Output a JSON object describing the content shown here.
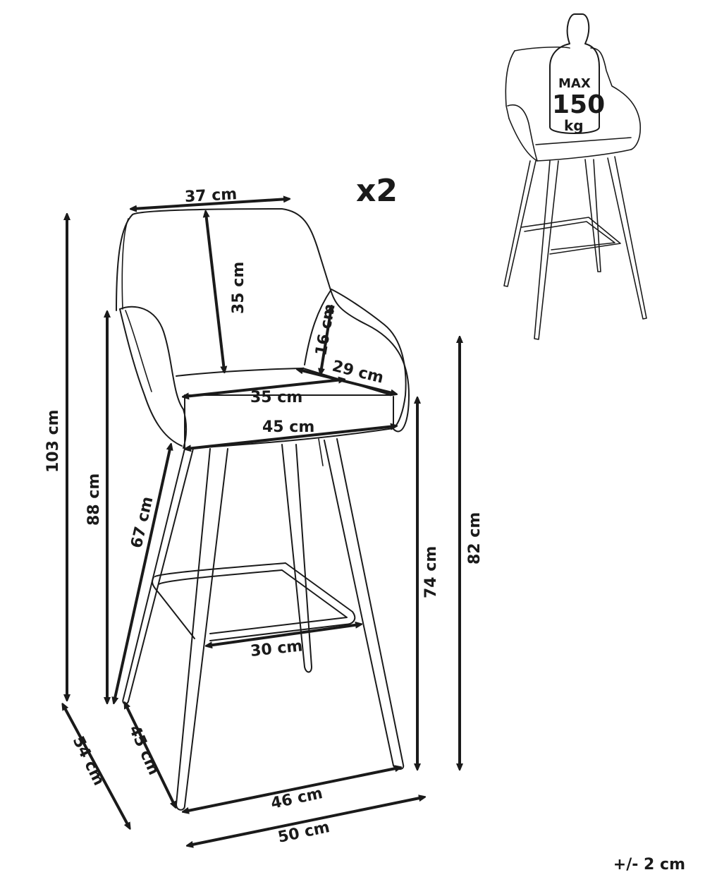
{
  "diagram": {
    "quantity_label": "x2",
    "tolerance": "+/- 2 cm",
    "weight_badge": {
      "line1": "MAX",
      "line2": "150",
      "line3": "kg"
    },
    "dimensions": {
      "backrest_width": "37 cm",
      "backrest_height": "35 cm",
      "armrest_height": "16 cm",
      "armrest_depth": "29 cm",
      "seat_width_inner": "35 cm",
      "seat_width_outer": "45 cm",
      "total_height": "103 cm",
      "armrest_total_height": "88 cm",
      "leg_length": "67 cm",
      "seat_height": "74 cm",
      "armrest_floor_height": "82 cm",
      "footrest_width": "30 cm",
      "seat_depth": "45 cm",
      "total_depth": "54 cm",
      "leg_span": "46 cm",
      "total_width": "50 cm"
    },
    "colors": {
      "line": "#1a1a1a",
      "background": "#ffffff"
    }
  }
}
